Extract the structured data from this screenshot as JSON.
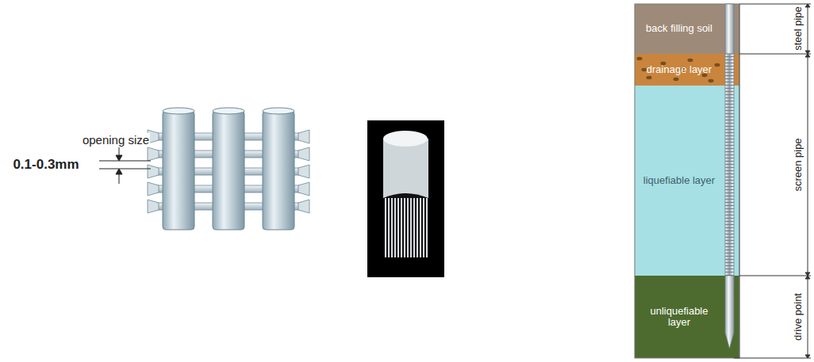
{
  "diagram": {
    "nodes": [
      {
        "text": [
          "back filling soil"
        ]
      },
      {
        "text": [
          "drainage layer"
        ]
      },
      {
        "text": [
          "liquefiable layer"
        ]
      },
      {
        "text": [
          "unliquefiable layer"
        ]
      }
    ],
    "labels": [
      "opening size",
      "0.1-0.3mm",
      "steel pipe",
      "screen pipe",
      "drive point"
    ]
  }
}
